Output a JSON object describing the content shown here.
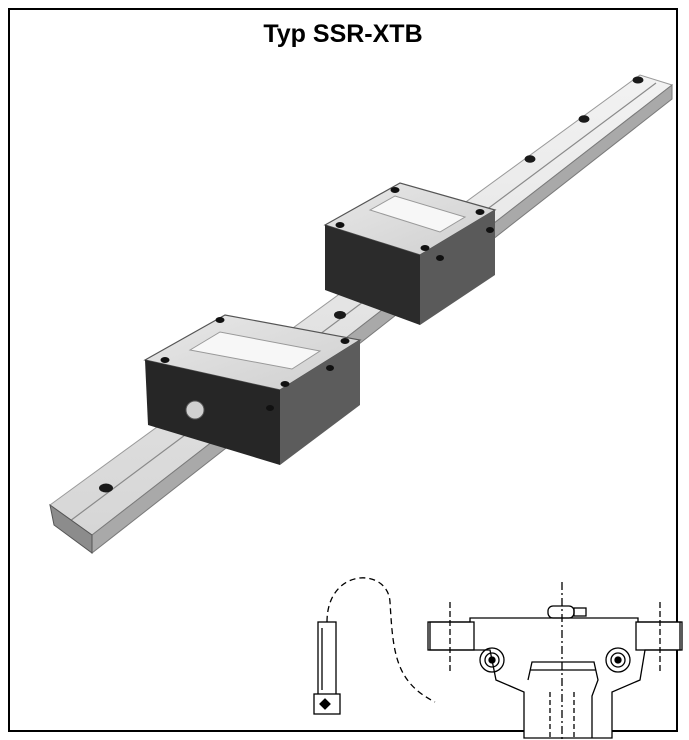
{
  "document": {
    "title": "Typ SSR-XTB"
  },
  "figures": {
    "photo_icon": "linear-guide-photo",
    "drawing_icon": "cross-section-drawing"
  },
  "colors": {
    "border": "#000000",
    "background": "#ffffff"
  }
}
